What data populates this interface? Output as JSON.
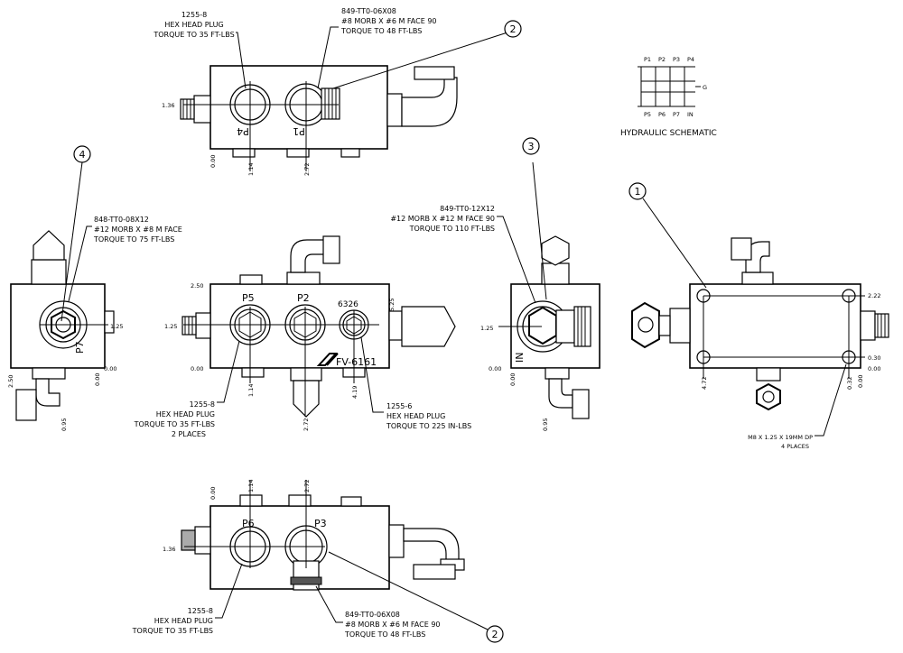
{
  "callouts": {
    "c1": "1",
    "c2": "2",
    "c3": "3",
    "c4": "4"
  },
  "top_view": {
    "plug_note": [
      "1255-8",
      "HEX HEAD PLUG",
      "TORQUE TO 35 FT-LBS"
    ],
    "fitting_note": [
      "849-TT0-06X08",
      "#8 MORB X #6 M FACE 90",
      "TORQUE TO 48 FT-LBS"
    ],
    "port_p4": "P4",
    "port_p1": "P1",
    "dim_136": "1.36",
    "dim_000": "0.00",
    "dim_114": "1.14",
    "dim_272": "2.72"
  },
  "left_view": {
    "fitting_note": [
      "848-TT0-08X12",
      "#12 MORB X #8 M FACE",
      "TORQUE TO 75 FT-LBS"
    ],
    "port_p7": "P7",
    "dim_125": "1.25",
    "dim_000a": "0.00",
    "dim_250": "2.50",
    "dim_000b": "0.00",
    "dim_095": "0.95"
  },
  "front_view": {
    "port_p5": "P5",
    "port_p2": "P2",
    "part_6326": "6326",
    "logo_text": "FV-6161",
    "dim_250": "2.50",
    "dim_125": "1.25",
    "dim_000": "0.00",
    "dim_525": "5.25",
    "dim_114": "1.14",
    "dim_272": "2.72",
    "dim_419": "4.19",
    "plug_note": [
      "1255-8",
      "HEX HEAD PLUG",
      "TORQUE TO 35 FT-LBS",
      "2 PLACES"
    ],
    "plug6_note": [
      "1255-6",
      "HEX HEAD PLUG",
      "TORQUE TO 225 IN-LBS"
    ]
  },
  "right_view": {
    "fitting_note": [
      "849-TT0-12X12",
      "#12 MORB X #12 M FACE 90",
      "TORQUE TO 110 FT-LBS"
    ],
    "port_in": "IN",
    "dim_125": "1.25",
    "dim_000a": "0.00",
    "dim_000b": "0.00",
    "dim_095": "0.95"
  },
  "back_view": {
    "dim_222": "2.22",
    "dim_030": "0.30",
    "dim_000": "0.00",
    "dim_472": "4.72",
    "dim_032": "0.32",
    "dim_000b": "0.00",
    "hole_note": [
      "M8 X 1.25 X 19MM DP",
      "4 PLACES"
    ]
  },
  "bottom_view": {
    "port_p6": "P6",
    "port_p3": "P3",
    "dim_000": "0.00",
    "dim_114": "1.14",
    "dim_272": "2.72",
    "dim_136": "1.36",
    "plug_note": [
      "1255-8",
      "HEX HEAD PLUG",
      "TORQUE TO 35 FT-LBS"
    ],
    "fitting_note": [
      "849-TT0-06X08",
      "#8 MORB X #6 M FACE 90",
      "TORQUE TO 48 FT-LBS"
    ]
  },
  "schematic": {
    "title": "HYDRAULIC SCHEMATIC",
    "top_ports": [
      "P1",
      "P2",
      "P3",
      "P4"
    ],
    "bottom_ports": [
      "P5",
      "P6",
      "P7",
      "IN"
    ],
    "side_port": "G"
  }
}
